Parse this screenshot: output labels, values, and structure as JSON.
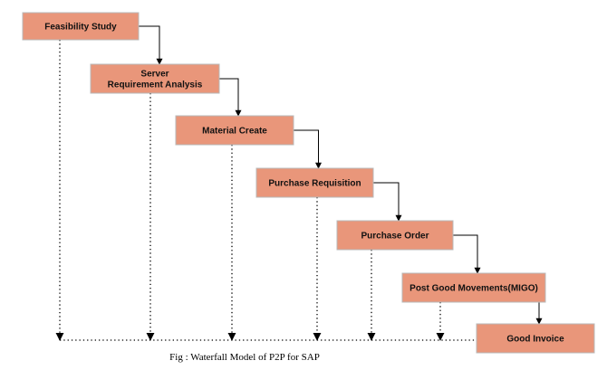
{
  "diagram": {
    "stages": [
      {
        "lines": [
          "Feasibility Study"
        ]
      },
      {
        "lines": [
          "Server",
          "Requirement Analysis"
        ]
      },
      {
        "lines": [
          "Material Create"
        ]
      },
      {
        "lines": [
          "Purchase Requisition"
        ]
      },
      {
        "lines": [
          "Purchase Order"
        ]
      },
      {
        "lines": [
          "Post Good Movements(MIGO)"
        ]
      },
      {
        "lines": [
          "Good Invoice"
        ]
      }
    ],
    "caption": "Fig : Waterfall Model of P2P for SAP",
    "colors": {
      "box_fill": "#e9967a",
      "box_border": "#b8b8b8"
    }
  }
}
